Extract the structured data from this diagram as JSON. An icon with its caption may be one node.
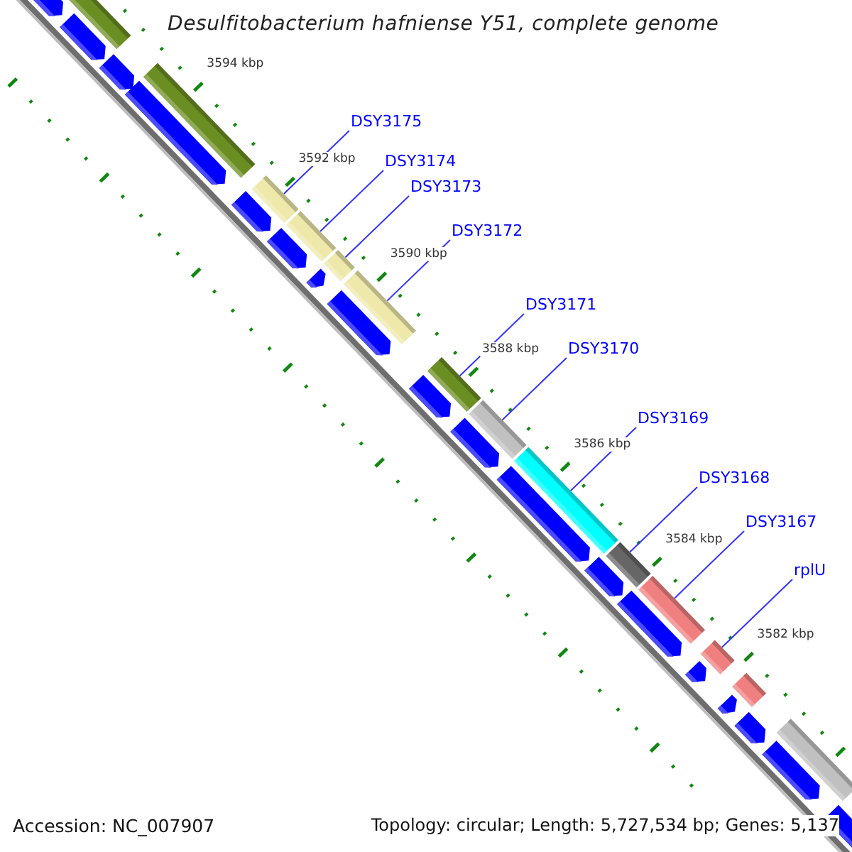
{
  "diagram": {
    "title": "Desulfitobacterium hafniense Y51, complete genome",
    "nodes": [
      {
        "text": [
          "DSY3175"
        ]
      },
      {
        "text": [
          "DSY3174"
        ]
      },
      {
        "text": [
          "DSY3173"
        ]
      },
      {
        "text": [
          "DSY3172"
        ]
      },
      {
        "text": [
          "DSY3171"
        ]
      },
      {
        "text": [
          "DSY3170"
        ]
      },
      {
        "text": [
          "DSY3169"
        ]
      },
      {
        "text": [
          "DSY3168"
        ]
      },
      {
        "text": [
          "DSY3167"
        ]
      },
      {
        "text": [
          "rplU"
        ]
      },
      {
        "text": [],
        "shape": "bar"
      },
      {
        "text": [],
        "shape": "bar"
      },
      {
        "text": [],
        "shape": "bar"
      },
      {
        "text": [],
        "shape": "bar"
      },
      {
        "text": [],
        "shape": "bar"
      },
      {
        "text": [],
        "shape": "bar"
      },
      {
        "text": [],
        "shape": "bar"
      },
      {
        "text": [],
        "shape": "bar"
      },
      {
        "text": [],
        "shape": "bar"
      },
      {
        "text": [],
        "shape": "bar"
      },
      {
        "text": [],
        "shape": "bar"
      },
      {
        "text": [],
        "shape": "bar"
      },
      {
        "text": [],
        "shape": "bar"
      },
      {
        "text": [],
        "shape": "bar"
      }
    ],
    "edges": [
      {
        "from": 0,
        "to": 12,
        "arrow": "none"
      },
      {
        "from": 1,
        "to": 13,
        "arrow": "none"
      },
      {
        "from": 2,
        "to": 14,
        "arrow": "none"
      },
      {
        "from": 3,
        "to": 15,
        "arrow": "none"
      },
      {
        "from": 4,
        "to": 16,
        "arrow": "none"
      },
      {
        "from": 5,
        "to": 17,
        "arrow": "none"
      },
      {
        "from": 6,
        "to": 18,
        "arrow": "none"
      },
      {
        "from": 7,
        "to": 19,
        "arrow": "none"
      },
      {
        "from": 8,
        "to": 20,
        "arrow": "none"
      },
      {
        "from": 9,
        "to": 21,
        "arrow": "none"
      }
    ],
    "labels": [
      "3594 kbp",
      "3592 kbp",
      "3590 kbp",
      "3588 kbp",
      "3586 kbp",
      "3584 kbp",
      "3582 kbp",
      "Accession: NC_007907",
      "Topology: circular; Length: 5,727,534 bp; Genes: 5,137"
    ]
  }
}
